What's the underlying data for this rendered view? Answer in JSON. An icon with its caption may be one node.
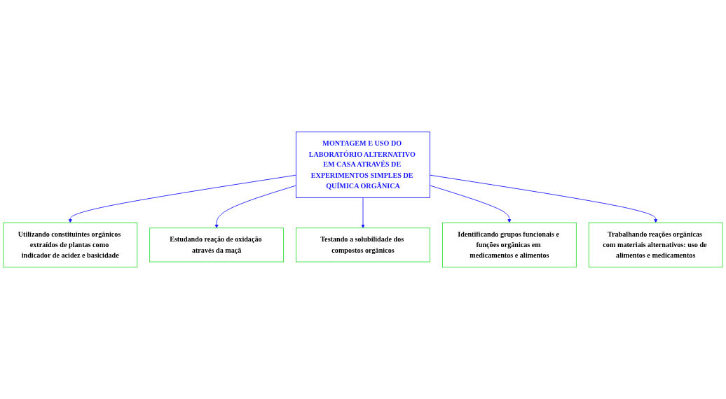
{
  "diagram": {
    "nodes": [
      {
        "text": [
          "MONTAGEM E USO DO LABORATÓRIO ALTERNATIVO EM CASA ATRAVÉS DE EXPERIMENTOS SIMPLES DE QUÍMICA ORGÂNICA"
        ]
      },
      {
        "text": [
          "Utilizando constituintes orgânicos extraídos de plantas como indicador de acidez e basicidade"
        ]
      },
      {
        "text": [
          "Estudando reação de oxidação através da maçã"
        ]
      },
      {
        "text": [
          "Testando a solubilidade dos compostos orgânicos"
        ]
      },
      {
        "text": [
          "Identificando grupos funcionais e funções orgânicas em medicamentos e alimentos"
        ]
      },
      {
        "text": [
          "Trabalhando reações orgânicas com materiais alternativos: uso de alimentos e medicamentos"
        ]
      }
    ],
    "edges": [
      {
        "from": 0,
        "to": 1,
        "arrow": "to"
      },
      {
        "from": 0,
        "to": 2,
        "arrow": "to"
      },
      {
        "from": 0,
        "to": 3,
        "arrow": "to"
      },
      {
        "from": 0,
        "to": 4,
        "arrow": "to"
      },
      {
        "from": 0,
        "to": 5,
        "arrow": "to"
      }
    ]
  }
}
